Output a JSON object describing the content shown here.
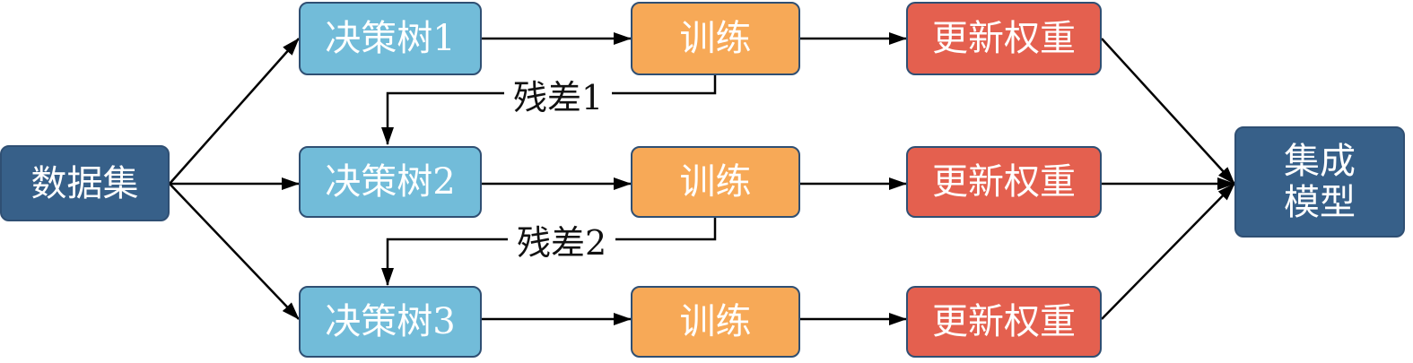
{
  "dataset": "数据集",
  "rows": [
    {
      "tree": "决策树1",
      "train": "训练",
      "update": "更新权重"
    },
    {
      "tree": "决策树2",
      "train": "训练",
      "update": "更新权重"
    },
    {
      "tree": "决策树3",
      "train": "训练",
      "update": "更新权重"
    }
  ],
  "residuals": [
    "残差1",
    "残差2"
  ],
  "ensemble": {
    "line1": "集成",
    "line2": "模型"
  },
  "colors": {
    "dark_node": "#376089",
    "tree_node": "#72bcd9",
    "train_node": "#f7a957",
    "update_node": "#e4604f",
    "border": "#2f4f73",
    "arrow": "#000000"
  }
}
